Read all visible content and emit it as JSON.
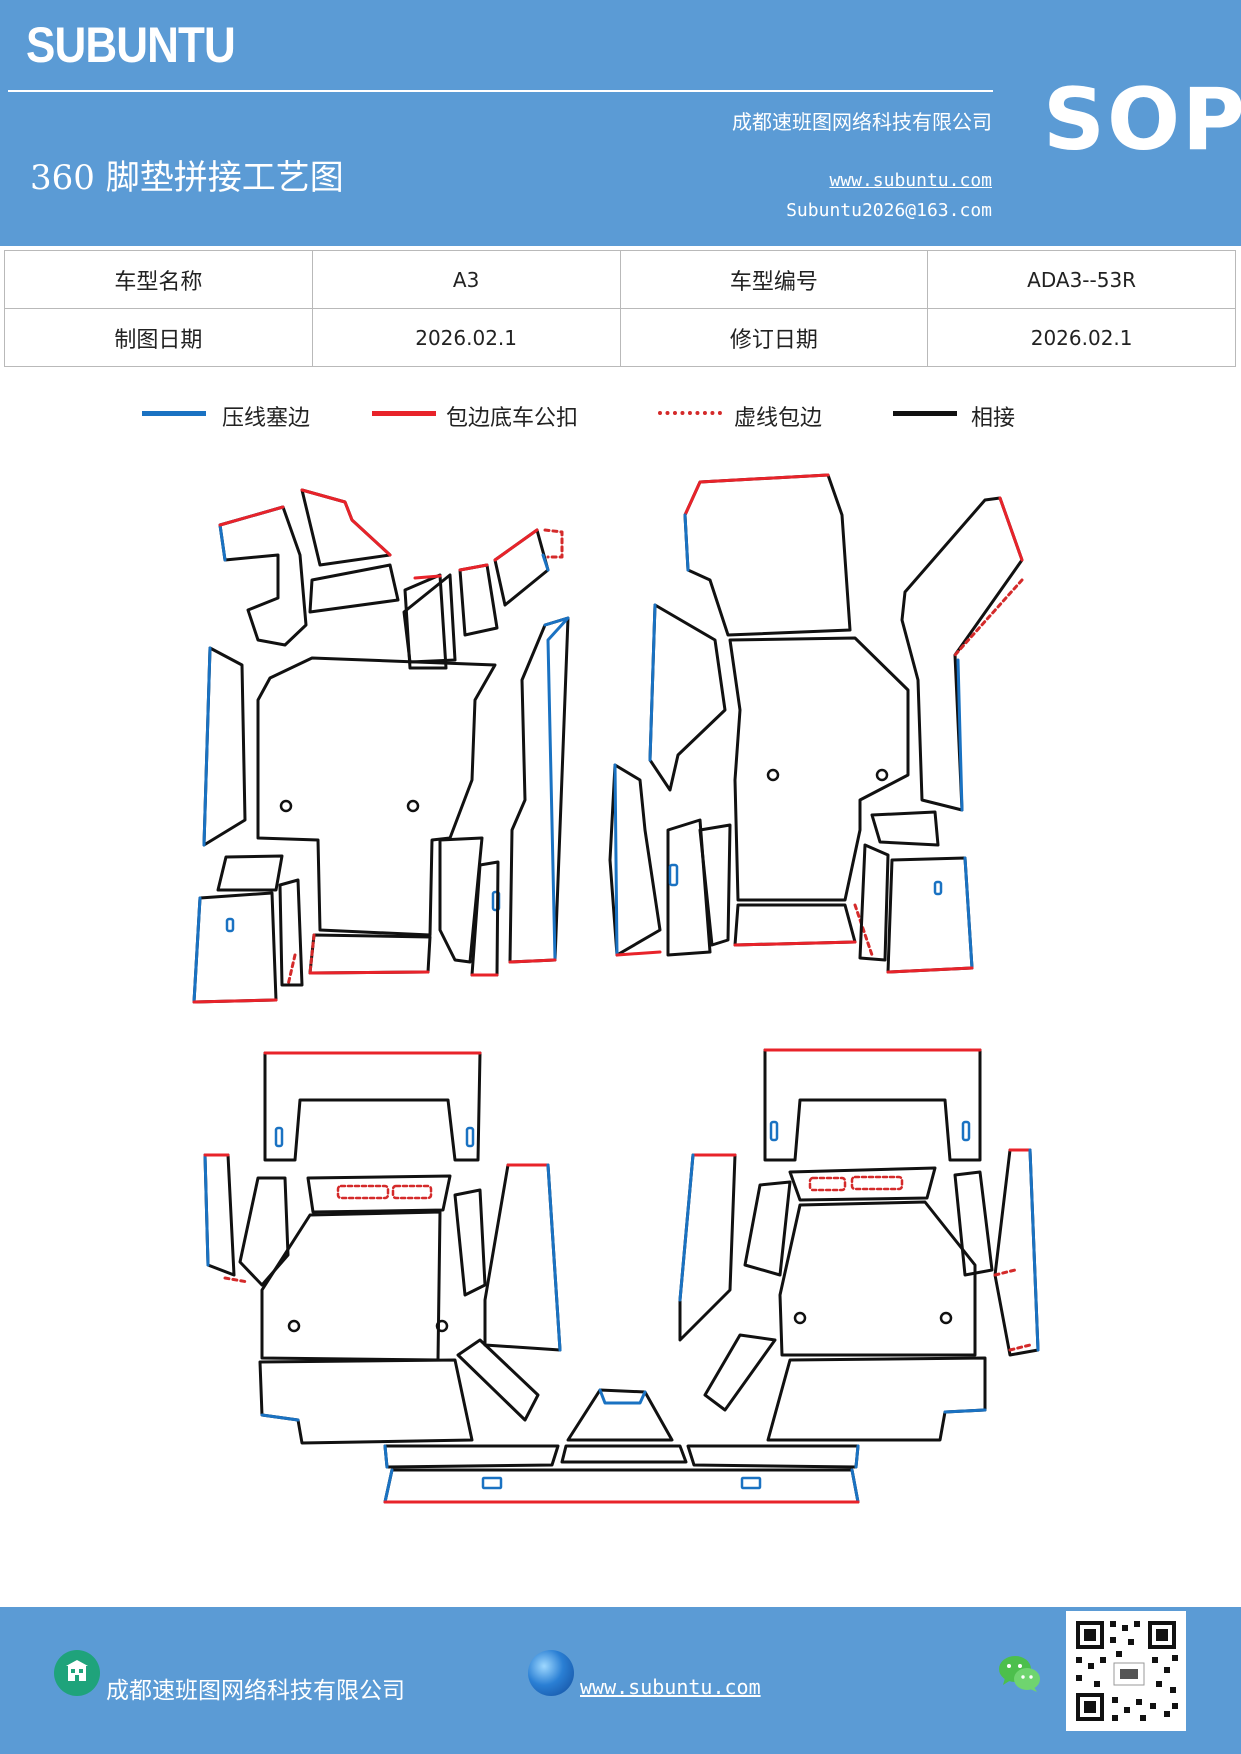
{
  "header": {
    "brand": "SUBUNTU",
    "company": "成都速班图网络科技有限公司",
    "title": "360 脚垫拼接工艺图",
    "website": "www.subuntu.com",
    "email": "Subuntu2026@163.com",
    "badge": "SOP"
  },
  "info_table": {
    "row1": {
      "label1": "车型名称",
      "value1": "A3",
      "label2": "车型编号",
      "value2": "ADA3--53R"
    },
    "row2": {
      "label1": "制图日期",
      "value1": "2026.02.1",
      "label2": "修订日期",
      "value2": "2026.02.1"
    }
  },
  "legend": [
    {
      "label": "压线塞边",
      "color": "#1a72c2",
      "style": "solid"
    },
    {
      "label": "包边底车公扣",
      "color": "#e8232a",
      "style": "solid"
    },
    {
      "label": "虚线包边",
      "color": "#d42a2a",
      "style": "dotted"
    },
    {
      "label": "相接",
      "color": "#111111",
      "style": "solid"
    }
  ],
  "colors": {
    "header_bg": "#5b9bd5",
    "press_line": "#1a72c2",
    "binding": "#e8232a",
    "joint": "#111111"
  },
  "footer": {
    "company": "成都速班图网络科技有限公司",
    "website": "www.subuntu.com ",
    "icons": [
      "building-icon",
      "globe-icon",
      "wechat-icon",
      "qr-code"
    ]
  }
}
